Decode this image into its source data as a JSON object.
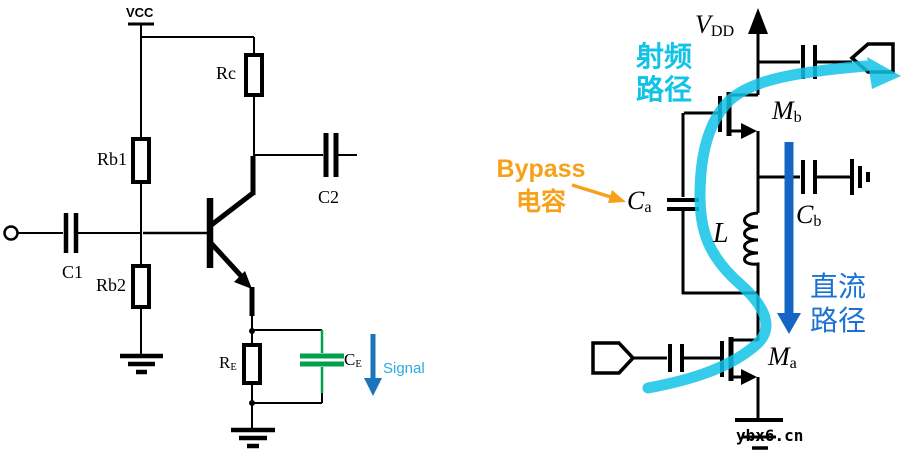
{
  "left_circuit": {
    "labels": {
      "vcc": "VCC",
      "rc": "Rc",
      "rb1": "Rb1",
      "rb2": "Rb2",
      "c1": "C1",
      "c2": "C2",
      "re": {
        "main": "R",
        "sub": "E"
      },
      "ce": {
        "main": "C",
        "sub": "E"
      },
      "signal": "Signal"
    }
  },
  "right_circuit": {
    "labels": {
      "vdd": {
        "main": "V",
        "sub": "DD"
      },
      "mb": {
        "main": "M",
        "sub": "b"
      },
      "ma": {
        "main": "M",
        "sub": "a"
      },
      "ca": {
        "main": "C",
        "sub": "a"
      },
      "cb": {
        "main": "C",
        "sub": "b"
      },
      "l": "L",
      "rf_path_line1": "射频",
      "rf_path_line2": "路径",
      "bypass_line1": "Bypass",
      "bypass_line2": "电容",
      "dc_path_line1": "直流",
      "dc_path_line2": "路径"
    },
    "watermark": "ybx6.cn"
  },
  "colors": {
    "rf_cyan": "#12C3E8",
    "signal_text_cyan": "#29ABE2",
    "signal_arrow_blue": "#1B75BC",
    "dc_arrow_blue": "#1565C5",
    "dc_text_blue": "#1A73D2",
    "bypass_orange": "#F7A11A",
    "ce_green": "#00A14E",
    "wire_black": "#000000"
  }
}
